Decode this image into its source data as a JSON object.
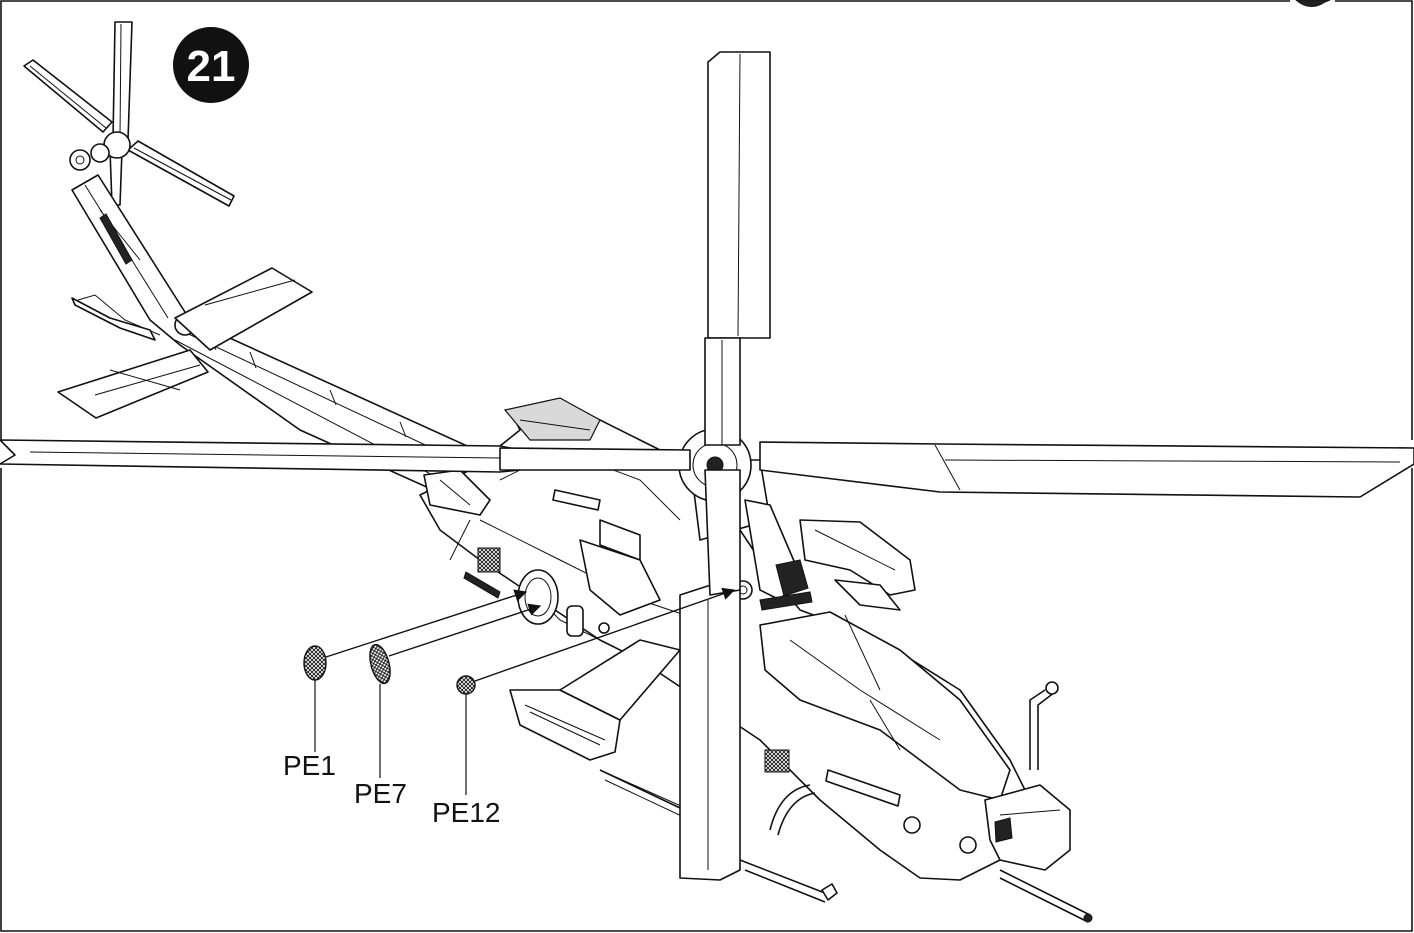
{
  "step": {
    "number": "21"
  },
  "parts": [
    {
      "id": "pe1",
      "label": "PE1"
    },
    {
      "id": "pe7",
      "label": "PE7"
    },
    {
      "id": "pe12",
      "label": "PE12"
    }
  ]
}
